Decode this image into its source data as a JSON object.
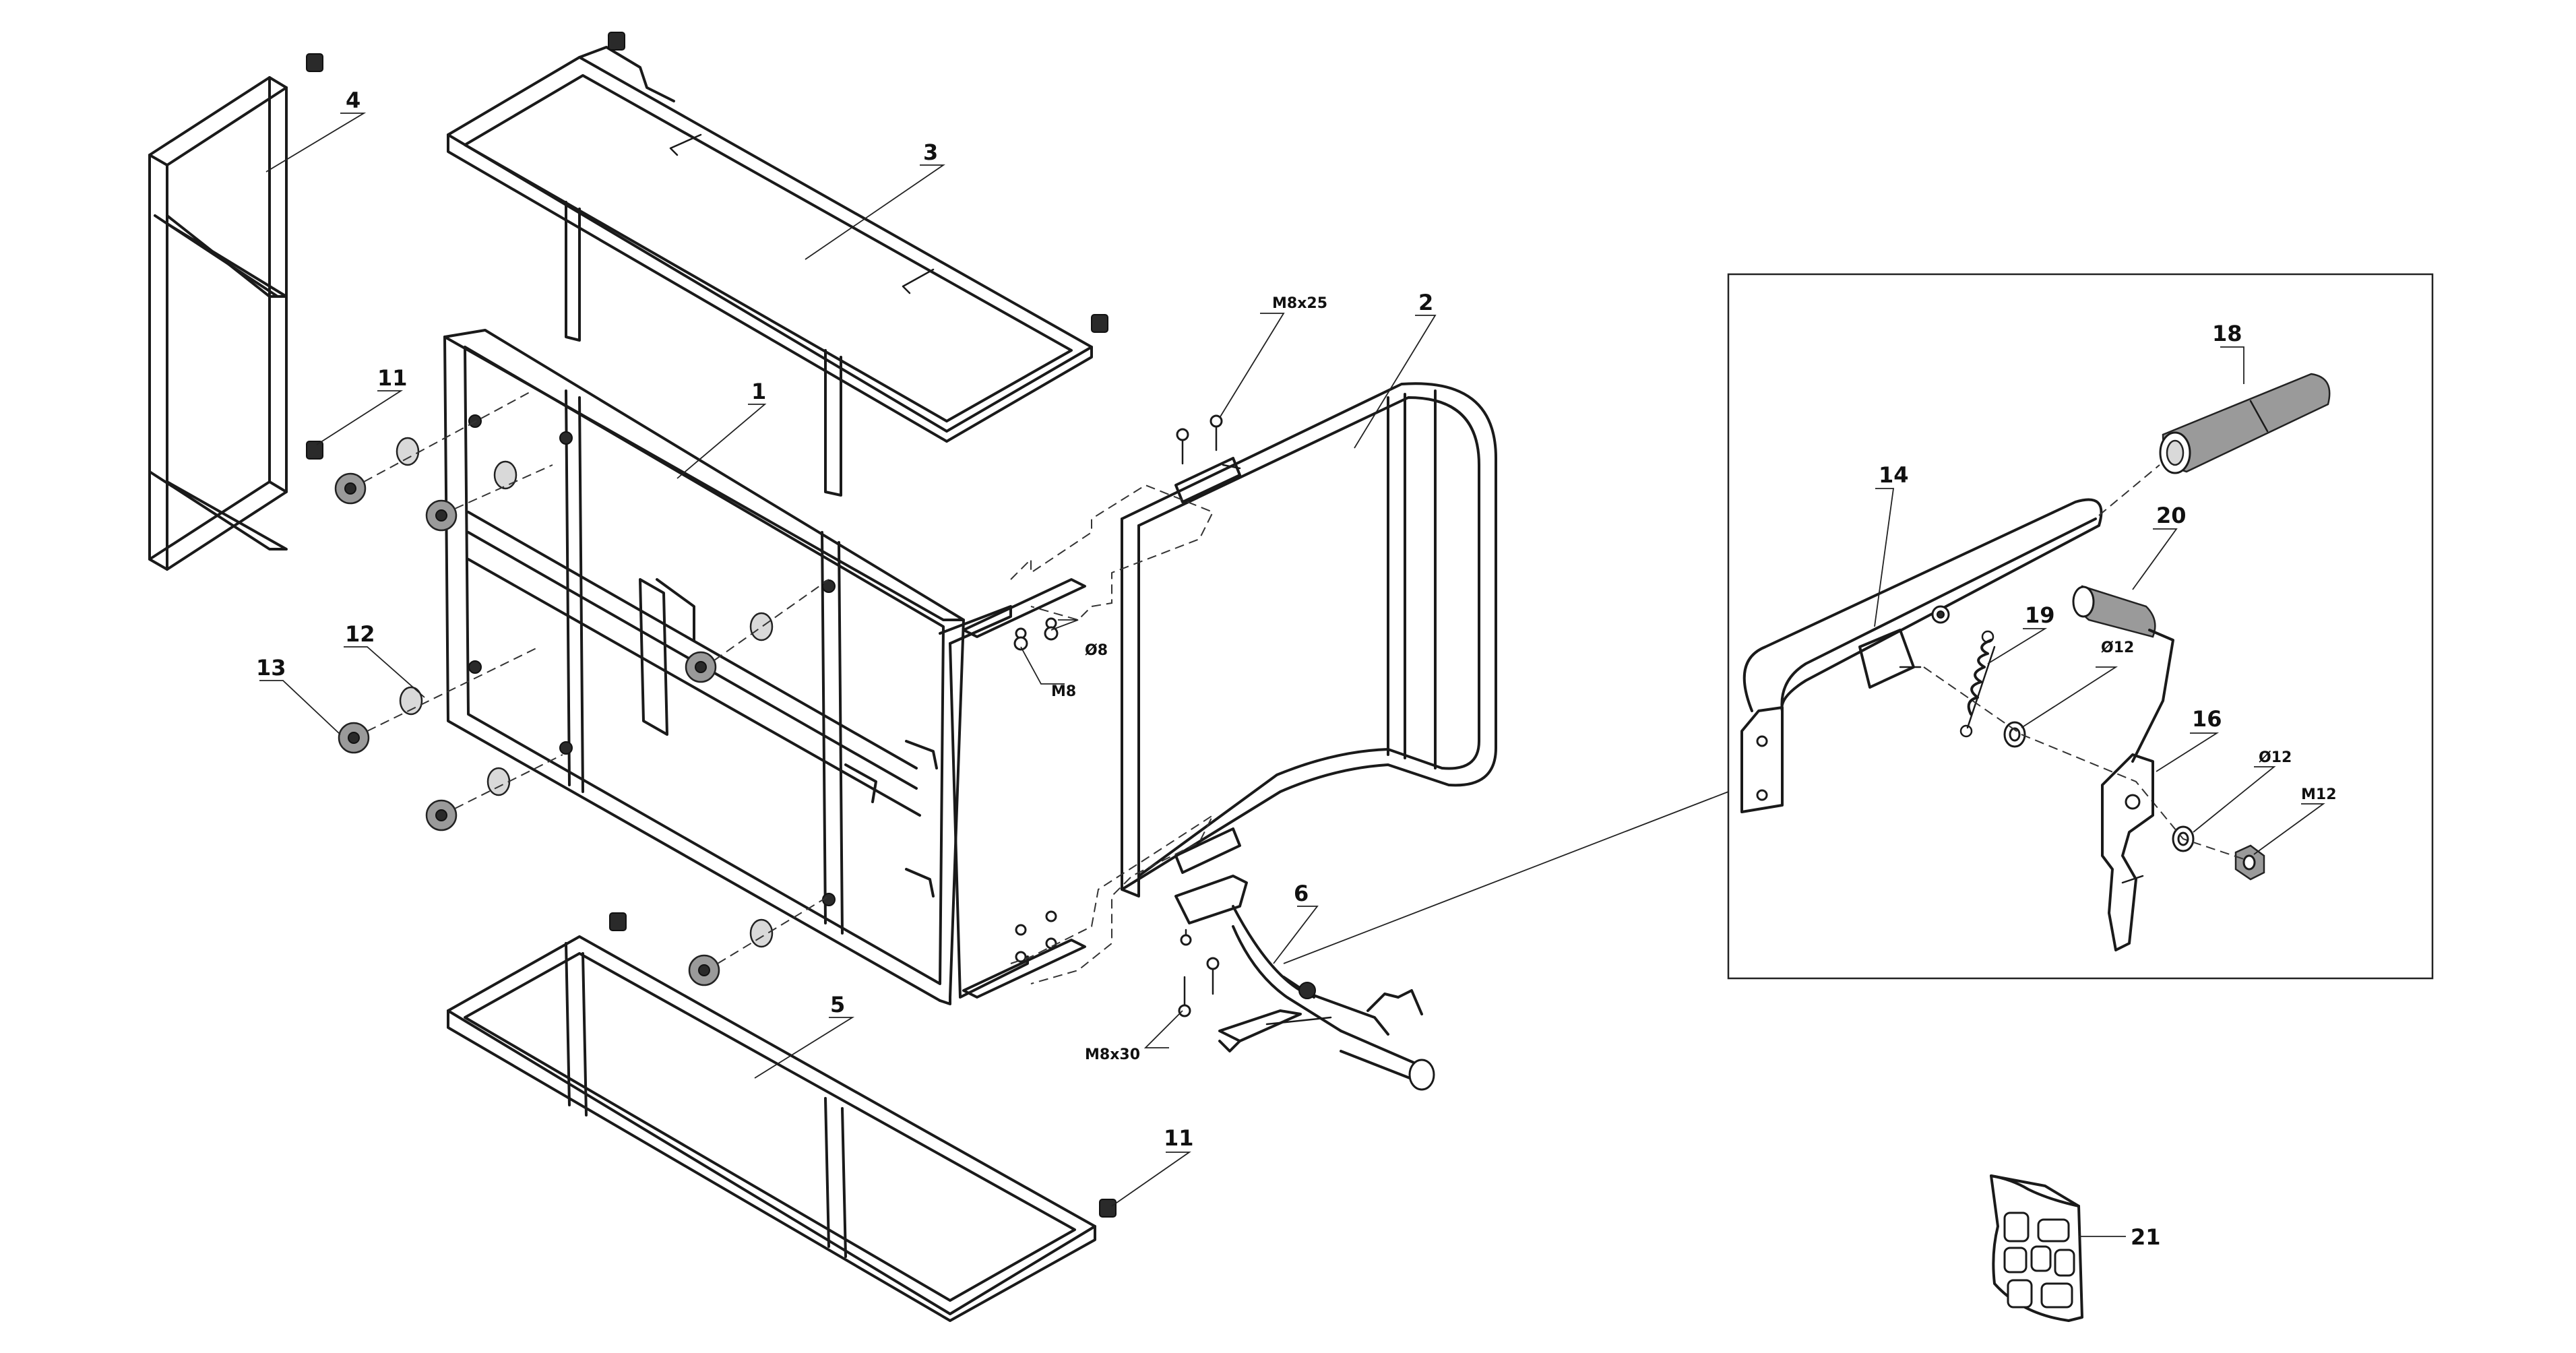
{
  "labels": {
    "p1": "1",
    "p2": "2",
    "p3": "3",
    "p4": "4",
    "p5": "5",
    "p6": "6",
    "p11a": "11",
    "p11b": "11",
    "p12": "12",
    "p13": "13",
    "p14": "14",
    "p16": "16",
    "p18": "18",
    "p19": "19",
    "p20": "20",
    "p21": "21",
    "m8x25": "M8x25",
    "m8x30": "M8x30",
    "m8": "M8",
    "d8": "Ø8",
    "d12a": "Ø12",
    "d12b": "Ø12",
    "m12": "M12"
  }
}
